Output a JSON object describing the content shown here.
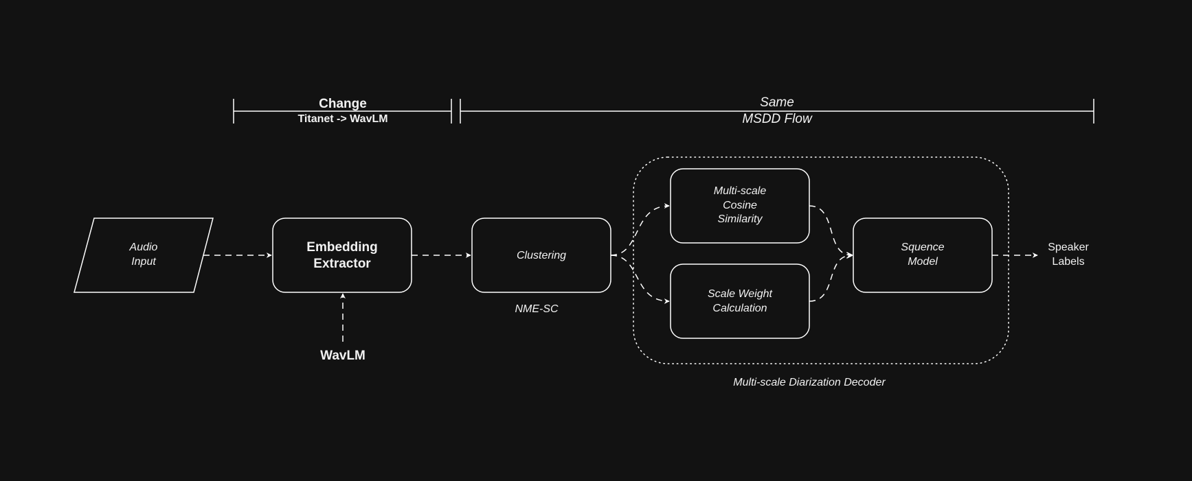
{
  "brackets": {
    "change": {
      "title": "Change",
      "subtitle": "Titanet -> WavLM"
    },
    "same": {
      "title": "Same",
      "subtitle": "MSDD Flow"
    }
  },
  "nodes": {
    "audio_input": {
      "line1": "Audio",
      "line2": "Input"
    },
    "embedding_extractor": {
      "line1": "Embedding",
      "line2": "Extractor"
    },
    "clustering": {
      "label": "Clustering",
      "caption": "NME-SC"
    },
    "cosine_similarity": {
      "line1": "Multi-scale",
      "line2": "Cosine",
      "line3": "Similarity"
    },
    "scale_weight": {
      "line1": "Scale Weight",
      "line2": "Calculation"
    },
    "sequence_model": {
      "line1": "Squence",
      "line2": "Model"
    },
    "speaker_labels": {
      "line1": "Speaker",
      "line2": "Labels"
    },
    "wavlm": {
      "label": "WavLM"
    }
  },
  "group": {
    "caption": "Multi-scale Diarization Decoder"
  },
  "colors": {
    "background": "#121212",
    "stroke": "#ffffff",
    "text": "#f2f2f2"
  }
}
